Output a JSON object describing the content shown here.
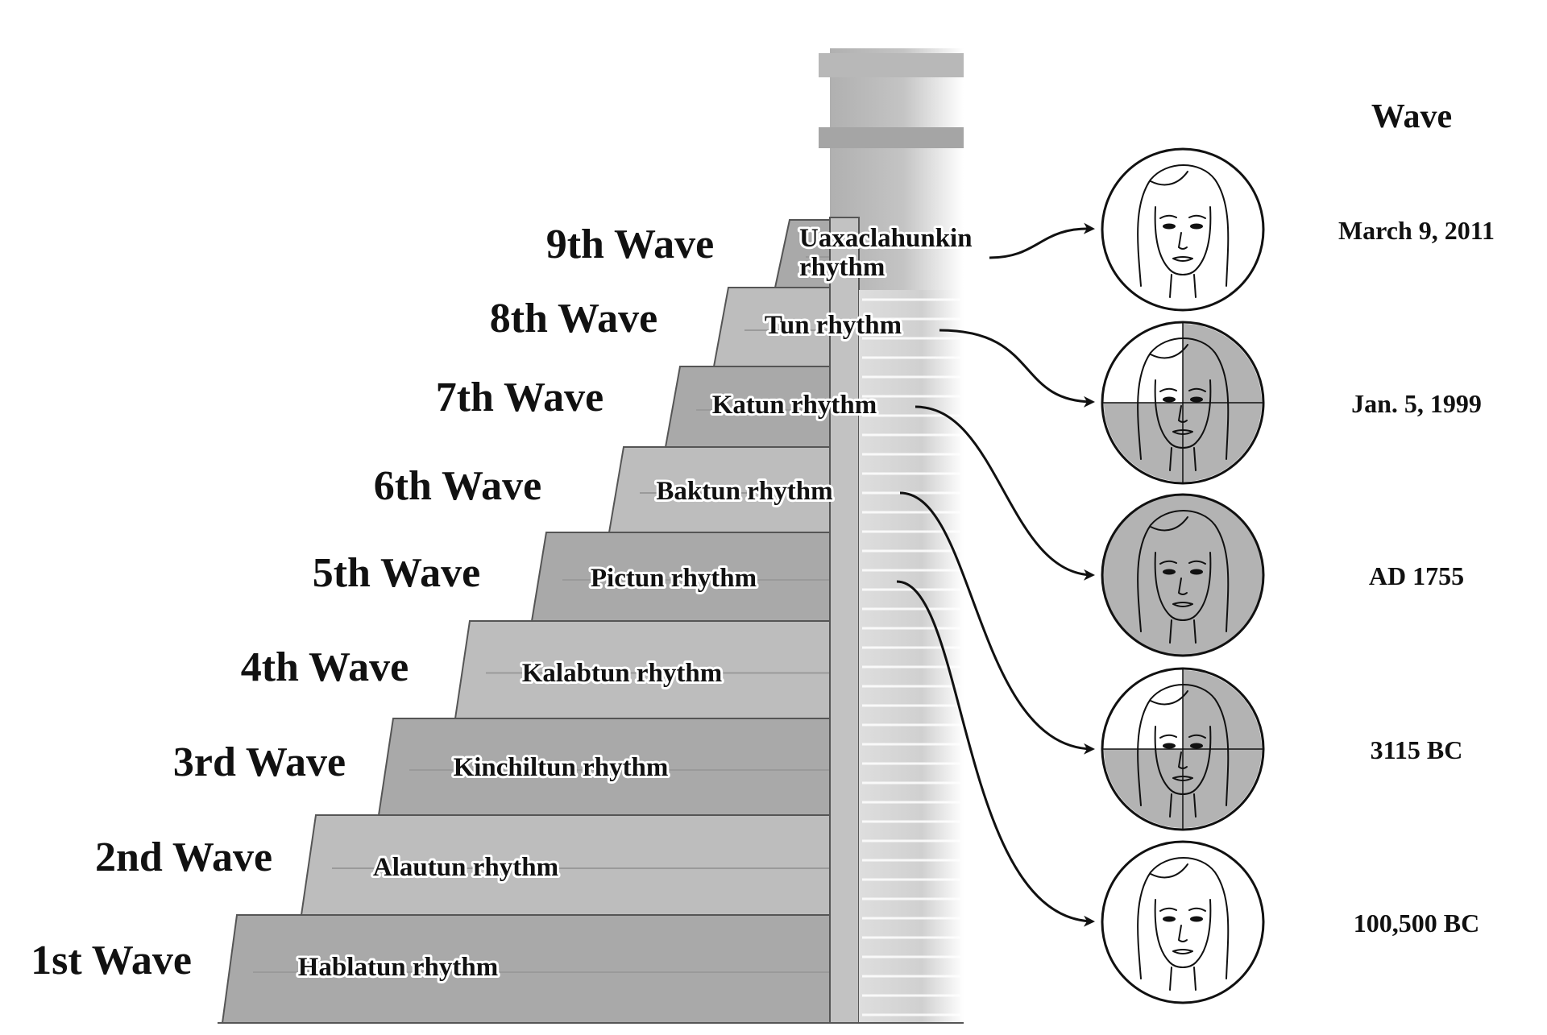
{
  "header": {
    "title": "Wave"
  },
  "waves": [
    {
      "label": "1st Wave",
      "rhythm": "Hablatun rhythm"
    },
    {
      "label": "2nd Wave",
      "rhythm": "Alautun rhythm"
    },
    {
      "label": "3rd Wave",
      "rhythm": "Kinchiltun rhythm"
    },
    {
      "label": "4th Wave",
      "rhythm": "Kalabtun rhythm"
    },
    {
      "label": "5th Wave",
      "rhythm": "Pictun rhythm"
    },
    {
      "label": "6th Wave",
      "rhythm": "Baktun rhythm"
    },
    {
      "label": "7th Wave",
      "rhythm": "Katun rhythm"
    },
    {
      "label": "8th Wave",
      "rhythm": "Tun rhythm"
    },
    {
      "label": "9th Wave",
      "rhythm_line1": "Uaxaclahunkin",
      "rhythm_line2": "rhythm"
    }
  ],
  "dates": [
    {
      "text": "March 9, 2011",
      "face": "plain"
    },
    {
      "text": "Jan. 5, 1999",
      "face": "quadrant-shaded"
    },
    {
      "text": "AD 1755",
      "face": "fully-shaded"
    },
    {
      "text": "3115 BC",
      "face": "quadrant-shaded"
    },
    {
      "text": "100,500 BC",
      "face": "plain"
    }
  ],
  "colors": {
    "stone_light": "#bdbdbd",
    "stone_mid": "#a9a9a9",
    "stone_dark": "#8c8c8c",
    "shade": "#b3b3b3",
    "ink": "#111111"
  },
  "icons": {
    "face": "face-icon",
    "arrow": "arrow-icon"
  }
}
